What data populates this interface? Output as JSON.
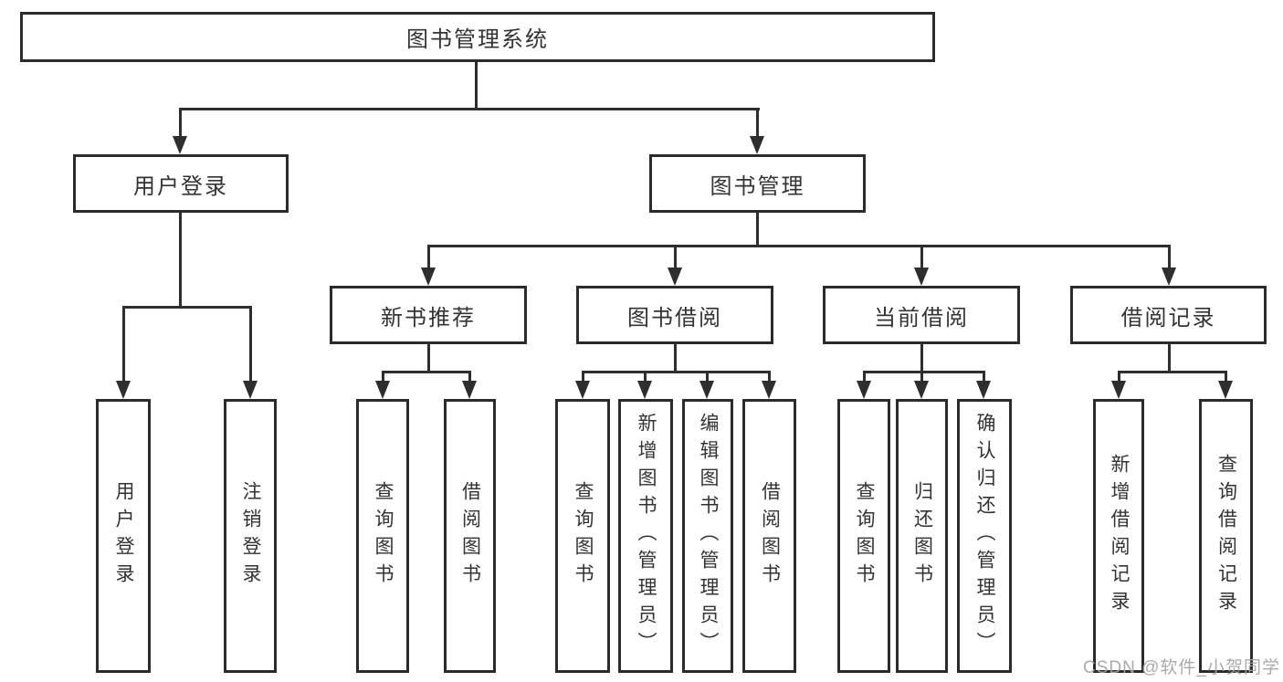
{
  "title": "图书管理系统",
  "watermark": "CSDN @软件_小贺同学",
  "colors": {
    "line": "#2e2e2e",
    "border": "#2b2b2b",
    "text": "#333333",
    "background": "#ffffff",
    "watermark": "#a5a5a5"
  },
  "tree": {
    "root": {
      "label": "图书管理系统"
    },
    "branches": [
      {
        "label": "用户登录",
        "leaves": [
          {
            "label": "用户登录"
          },
          {
            "label": "注销登录"
          }
        ]
      },
      {
        "label": "图书管理",
        "groups": [
          {
            "label": "新书推荐",
            "leaves": [
              {
                "label": "查询图书"
              },
              {
                "label": "借阅图书"
              }
            ]
          },
          {
            "label": "图书借阅",
            "leaves": [
              {
                "label": "查询图书"
              },
              {
                "label": "新增图书（管理员）"
              },
              {
                "label": "编辑图书（管理员）"
              },
              {
                "label": "借阅图书"
              }
            ]
          },
          {
            "label": "当前借阅",
            "leaves": [
              {
                "label": "查询图书"
              },
              {
                "label": "归还图书"
              },
              {
                "label": "确认归还（管理员）"
              }
            ]
          },
          {
            "label": "借阅记录",
            "leaves": [
              {
                "label": "新增借阅记录"
              },
              {
                "label": "查询借阅记录"
              }
            ]
          }
        ]
      }
    ]
  }
}
